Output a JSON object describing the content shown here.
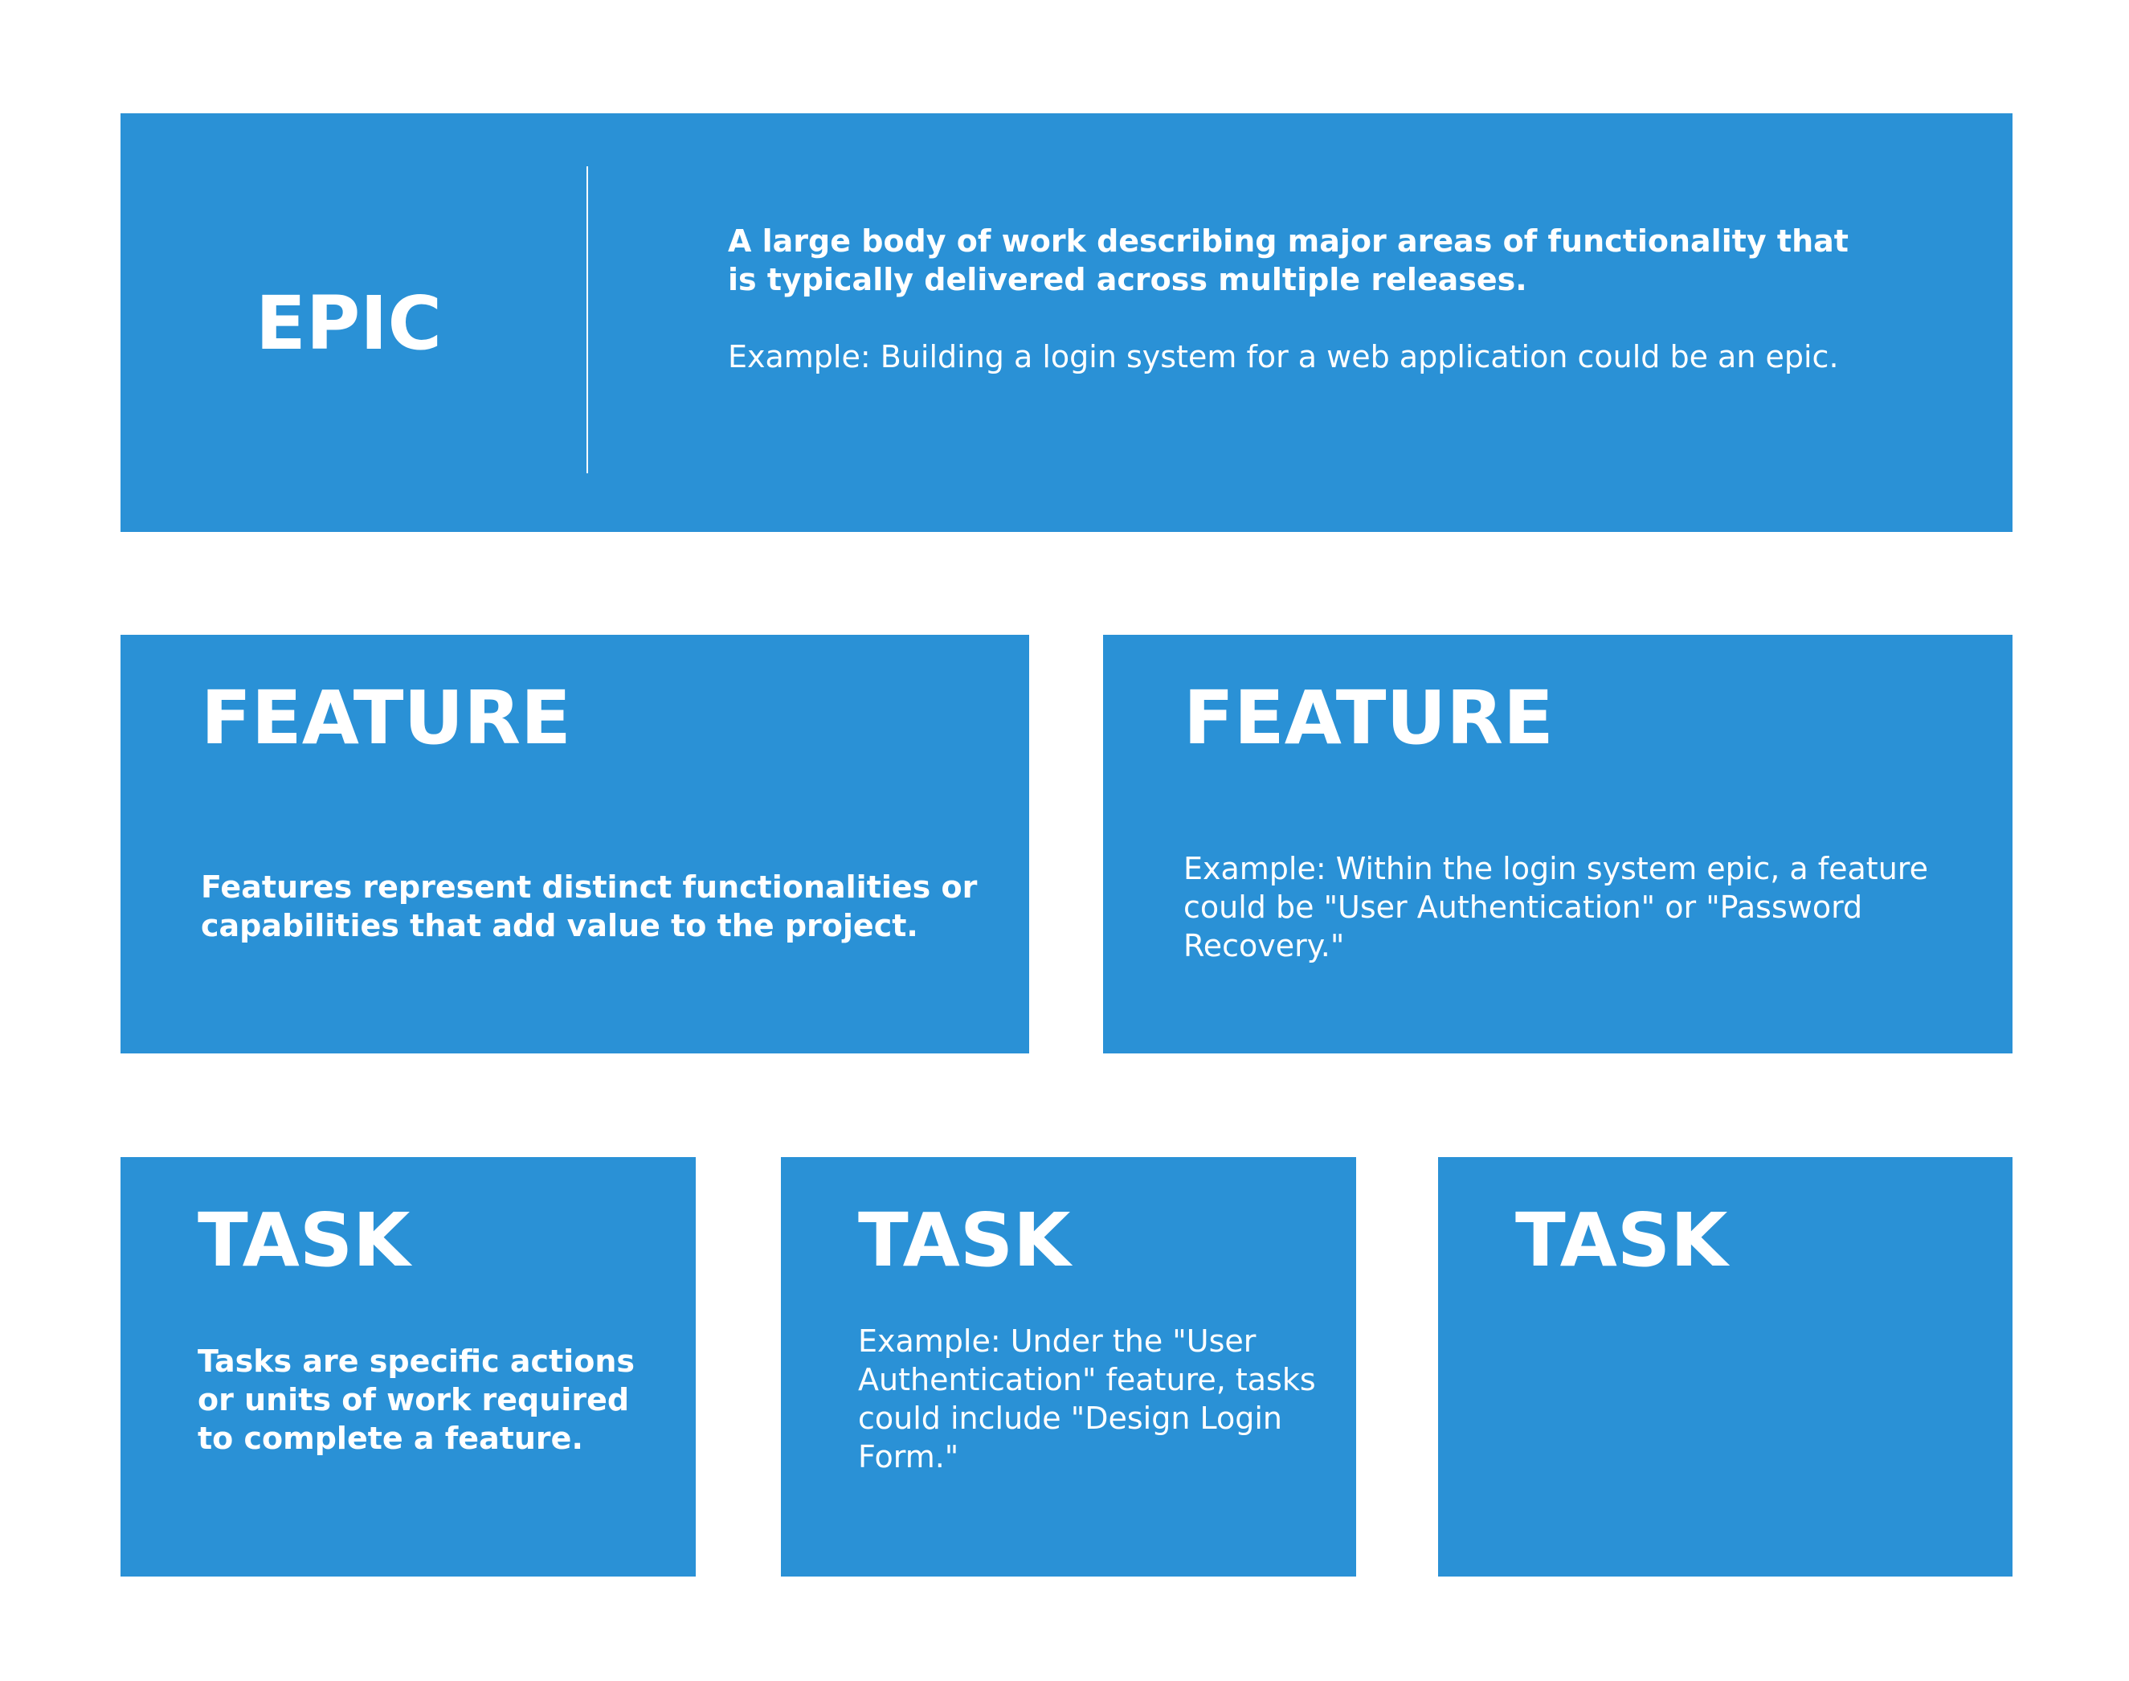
{
  "epic": {
    "title": "EPIC",
    "description": "A large body of work describing major areas of functionality that is typically delivered across multiple releases.",
    "example": "Example: Building a login system for a web application could be an epic."
  },
  "features": [
    {
      "title": "FEATURE",
      "text": "Features represent distinct functionalities or capabilities that add value to the project."
    },
    {
      "title": "FEATURE",
      "text": "Example: Within the login system epic, a feature could be \"User Authentication\" or \"Password Recovery.\""
    }
  ],
  "tasks": [
    {
      "title": "TASK",
      "text": "Tasks are specific actions or units of work required to complete a feature."
    },
    {
      "title": "TASK",
      "text": "Example: Under the \"User Authentication\" feature, tasks could include \"Design Login Form.\""
    },
    {
      "title": "TASK"
    }
  ],
  "colors": {
    "card_background": "#2a91d6",
    "text": "#ffffff",
    "page_background": "#ffffff"
  }
}
